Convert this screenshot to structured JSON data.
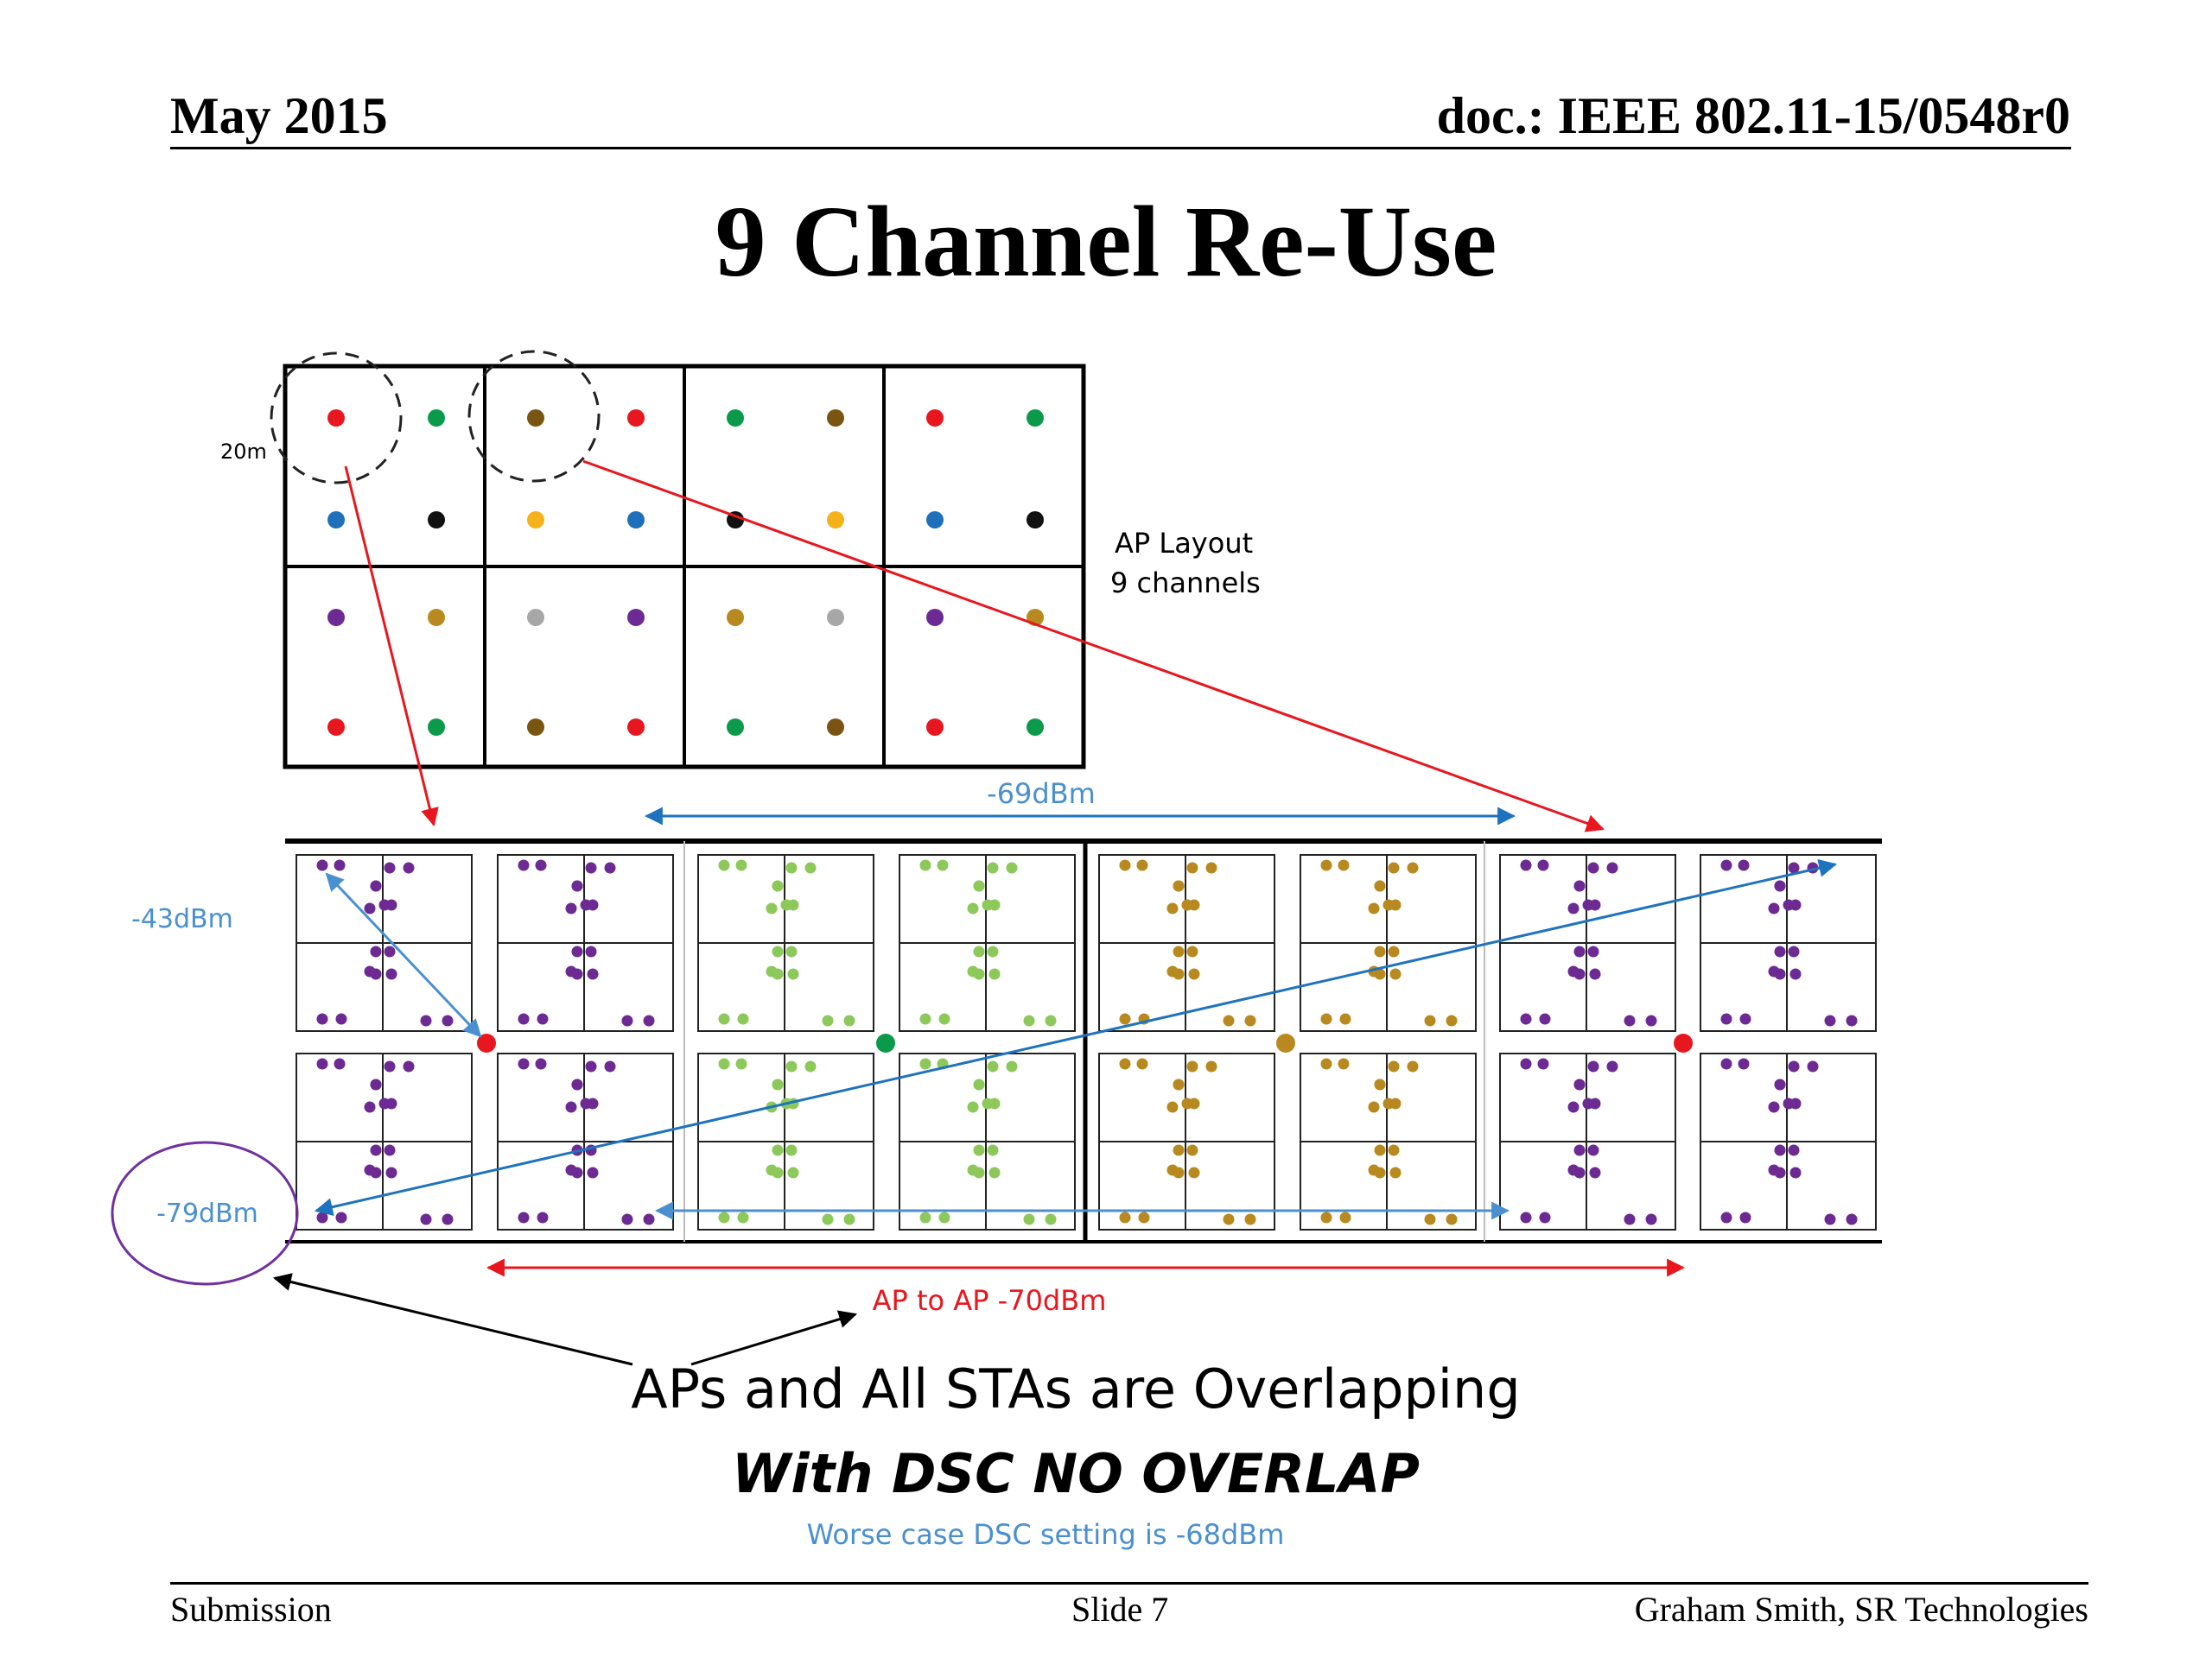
{
  "header": {
    "date": "May 2015",
    "doc": "doc.: IEEE 802.11-15/0548r0"
  },
  "title": "9 Channel Re-Use",
  "diagram": {
    "scale_label": "20m",
    "ap_layout_label_1": "AP Layout",
    "ap_layout_label_2": "9 channels",
    "label_69": "-69dBm",
    "label_43": "-43dBm",
    "label_79": "-79dBm",
    "label_ap_to_ap": "AP to AP -70dBm",
    "caption_1": "APs and All STAs are Overlapping",
    "caption_2": "With DSC NO OVERLAP",
    "caption_3": "Worse case DSC setting is -68dBm",
    "colors": {
      "red": "#e8161e",
      "green": "#0a9a4a",
      "brown": "#7a5512",
      "blue": "#1f6fba",
      "black": "#111111",
      "yellow": "#f5b21a",
      "purple": "#6c2a92",
      "gold": "#b8891e",
      "gray": "#a7a7a7",
      "lightgreen": "#8cc85a",
      "sta_purple": "#7030a0",
      "sta_gold": "#b8891e",
      "label_blue": "#4a90d0",
      "arrow_blue": "#1e73be",
      "arrow_red": "#e8161e"
    },
    "ap_grid_rows": [
      [
        "red",
        "green",
        "brown",
        "red",
        "green",
        "brown",
        "red",
        "green"
      ],
      [
        "blue",
        "black",
        "yellow",
        "blue",
        "black",
        "yellow",
        "blue",
        "black"
      ],
      [
        "purple",
        "gold",
        "gray",
        "purple",
        "gold",
        "gray",
        "purple",
        "gold"
      ],
      [
        "red",
        "green",
        "brown",
        "red",
        "green",
        "brown",
        "red",
        "green"
      ]
    ],
    "bottom_ap_colors": [
      "red",
      "green",
      "gold",
      "red"
    ],
    "sta_group_colors": [
      "purple",
      "lightgreen",
      "gold",
      "purple"
    ]
  },
  "footer": {
    "left": "Submission",
    "middle": "Slide 7",
    "right": "Graham Smith, SR Technologies"
  }
}
